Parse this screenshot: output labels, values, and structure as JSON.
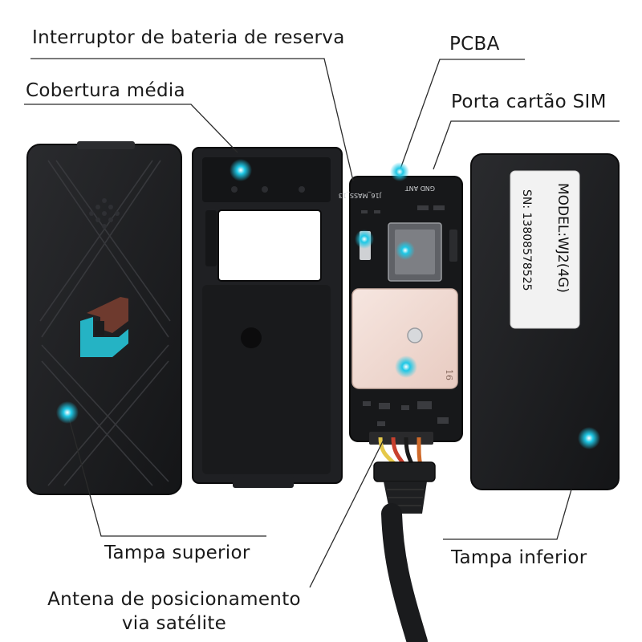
{
  "labels": {
    "backup_switch": "Interruptor de bateria de reserva",
    "pcba": "PCBA",
    "middle_cover": "Cobertura média",
    "sim_port": "Porta cartão SIM",
    "top_cover": "Tampa superior",
    "bottom_cover": "Tampa inferior",
    "antenna_line1": "Antena de posicionamento",
    "antenna_line2": "via satélite"
  },
  "device_label": {
    "model": "MODEL:WJ2(4G)",
    "serial": "SN: 13808578525"
  },
  "pcb_silk": {
    "gnd_ant": "GND ANT",
    "board_id": "J16_MASS_13",
    "patch_num": "16"
  },
  "colors": {
    "marker": "#1ec8e6",
    "logo": "#25b3c4",
    "case": "#1b1c1e",
    "pcb": "#17181a",
    "patch": "#f2ddd6",
    "leader": "#2b2b2b"
  }
}
